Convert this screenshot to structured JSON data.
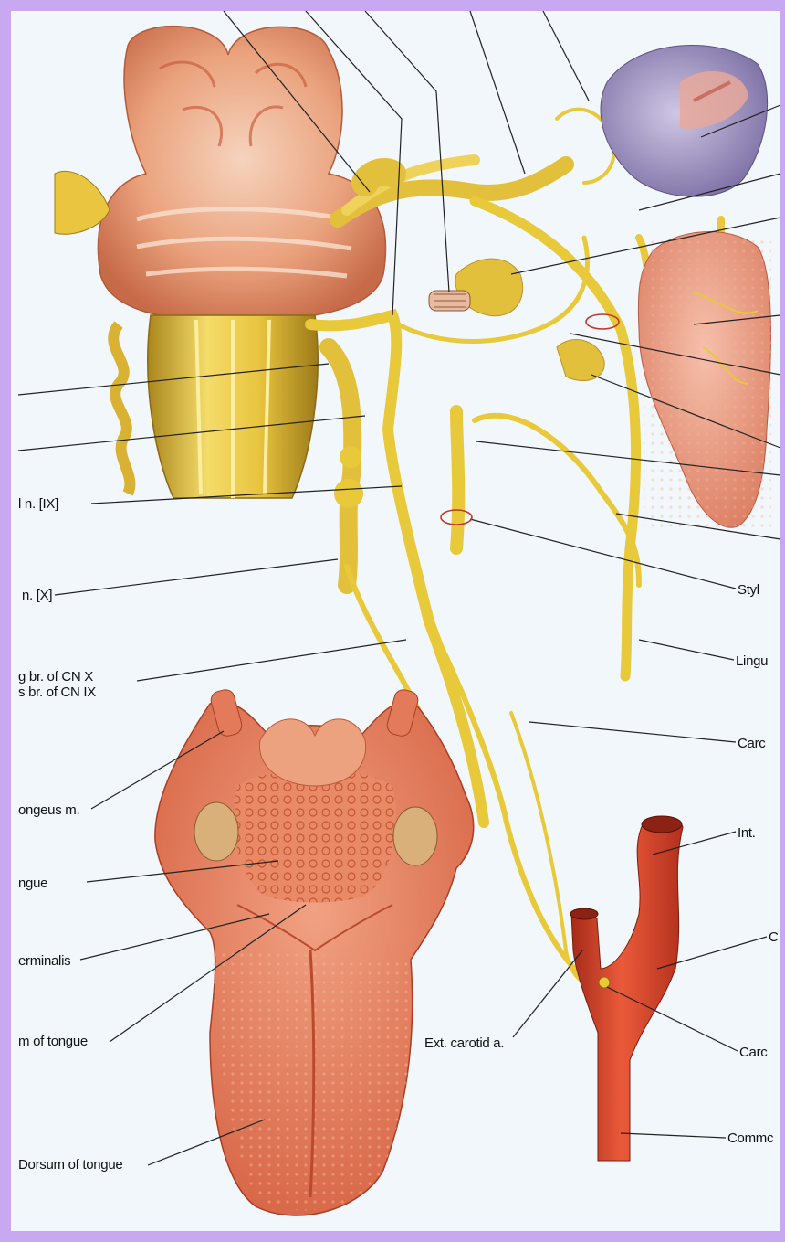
{
  "figure": {
    "colors": {
      "frame": "#c8a8f0",
      "background": "#f2f7fb",
      "nerve": "#e8c93a",
      "nerve_dark": "#b8952a",
      "brainstem": "#e59a72",
      "tongue": "#e37a5a",
      "artery": "#d9442a",
      "parotid": "#e9a08a",
      "ear": "#a79cc4",
      "leader": "#222222"
    },
    "labels": {
      "glossopharyngeal": "l n. [IX]",
      "vagus": "n. [X]",
      "pharyngeal_br_line1": "g br. of CN X",
      "pharyngeal_br_line2": "s br. of CN IX",
      "hyoglossus": "ongeus m.",
      "root_tongue": "ngue",
      "sulcus_terminalis": "erminalis",
      "dorsum_region": "m of tongue",
      "dorsum_of_tongue": "Dorsum of tongue",
      "ext_carotid": "Ext. carotid a.",
      "stylo": "Styl",
      "lingual": "Lingu",
      "carotid_sinus_br": "Carc",
      "int_carotid": "Int.",
      "carotid_c": "C",
      "carotid_body": "Carc",
      "common_carotid": "Commc"
    }
  }
}
